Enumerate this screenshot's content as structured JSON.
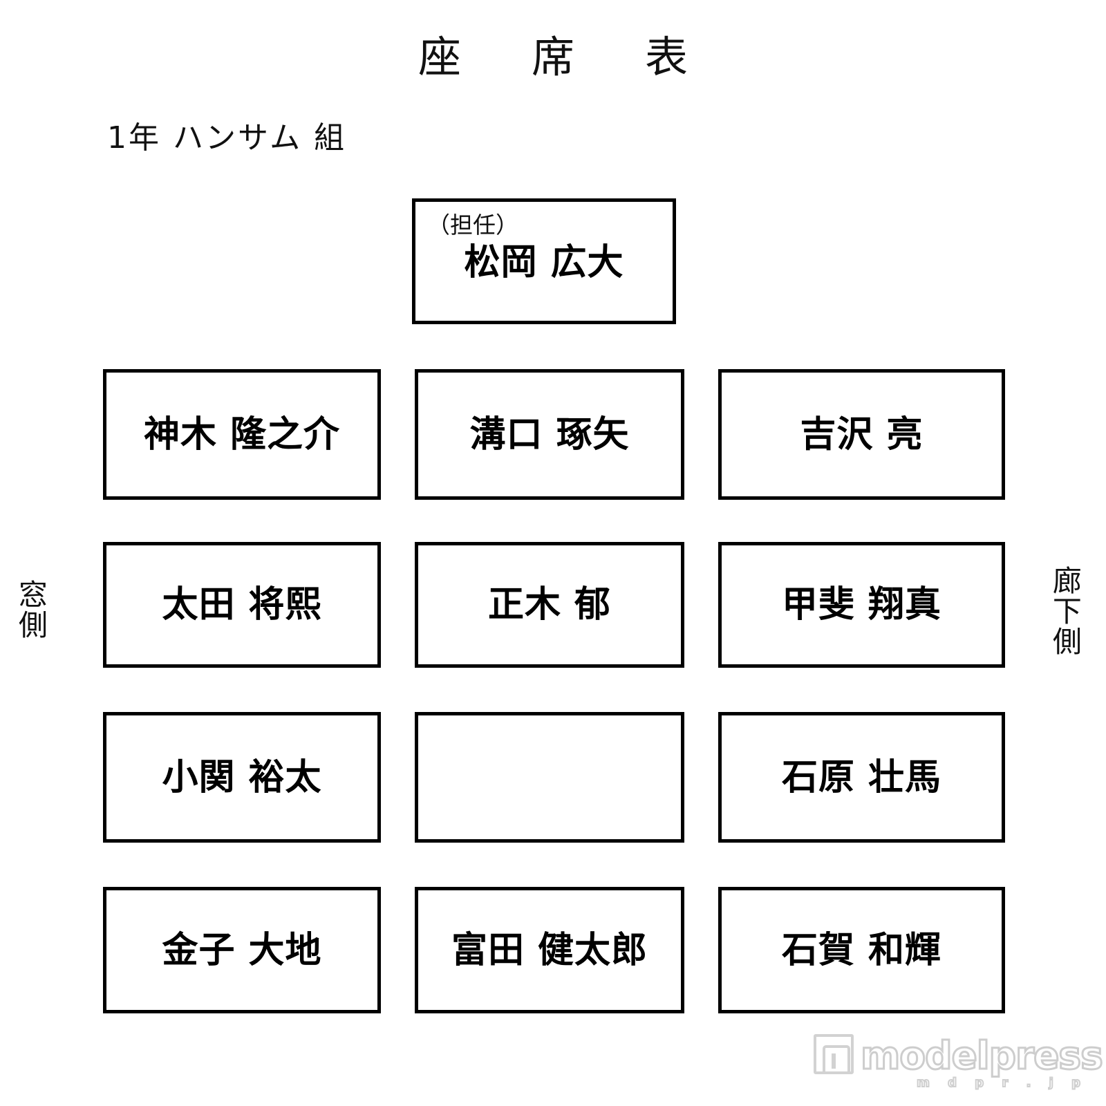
{
  "page": {
    "title": "座　席　表",
    "class_label": "1年 ハンサム 組",
    "side_labels": {
      "window": "窓側",
      "hallway": "廊下側"
    }
  },
  "teacher_seat": {
    "role_label": "（担任）",
    "name": "松岡 広大"
  },
  "seating": {
    "columns": 3,
    "rows": [
      {
        "row": 1,
        "seats": [
          {
            "name": "神木 隆之介"
          },
          {
            "name": "溝口 琢矢"
          },
          {
            "name": "吉沢 亮"
          }
        ]
      },
      {
        "row": 2,
        "seats": [
          {
            "name": "太田 将熙"
          },
          {
            "name": "正木 郁"
          },
          {
            "name": "甲斐 翔真"
          }
        ]
      },
      {
        "row": 3,
        "seats": [
          {
            "name": "小関 裕太"
          },
          {
            "name": ""
          },
          {
            "name": "石原 壮馬"
          }
        ]
      },
      {
        "row": 4,
        "seats": [
          {
            "name": "金子 大地"
          },
          {
            "name": "富田 健太郎"
          },
          {
            "name": "石賀 和輝"
          }
        ]
      }
    ]
  },
  "watermark": {
    "brand": "modelpress",
    "domain": "m d p r . j p"
  },
  "colors": {
    "background": "#ffffff",
    "text": "#111111",
    "border": "#000000",
    "watermark": "#cdcdcd"
  }
}
